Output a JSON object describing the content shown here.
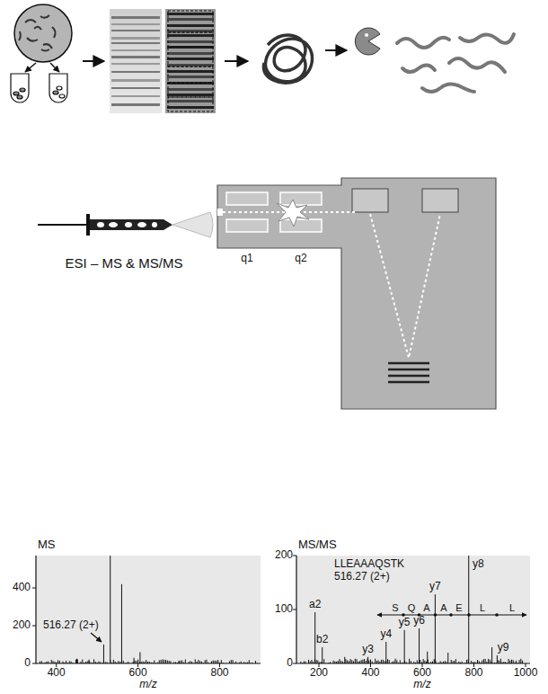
{
  "diagram": {
    "labels": [
      "ESI – MS & MS/MS",
      "q1",
      "q2",
      "MS",
      "400",
      "200",
      "0",
      "516.27 (2+)",
      "400",
      "600",
      "800",
      "m/z",
      "MS/MS",
      "200",
      "100",
      "0",
      "LLEAAAQSTK",
      "516.27 (2+)",
      "a2",
      "b2",
      "y3",
      "y4",
      "y5",
      "y6",
      "y7",
      "y8",
      "y9",
      "S",
      "Q",
      "A",
      "A",
      "E",
      "L",
      "L",
      "200",
      "400",
      "600",
      "800",
      "1000",
      "m/z"
    ]
  }
}
